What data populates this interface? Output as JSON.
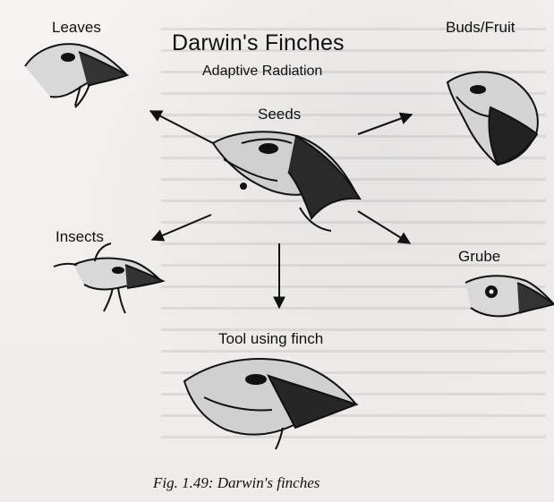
{
  "figure": {
    "title": "Darwin's Finches",
    "subtitle": "Adaptive Radiation",
    "caption": "Fig. 1.49: Darwin's finches"
  },
  "labels": {
    "leaves": "Leaves",
    "buds_fruit": "Buds/Fruit",
    "seeds": "Seeds",
    "insects": "Insects",
    "grube": "Grube",
    "tool_using": "Tool using finch"
  },
  "colors": {
    "ink": "#111111",
    "paper": "#f4f2ee"
  }
}
